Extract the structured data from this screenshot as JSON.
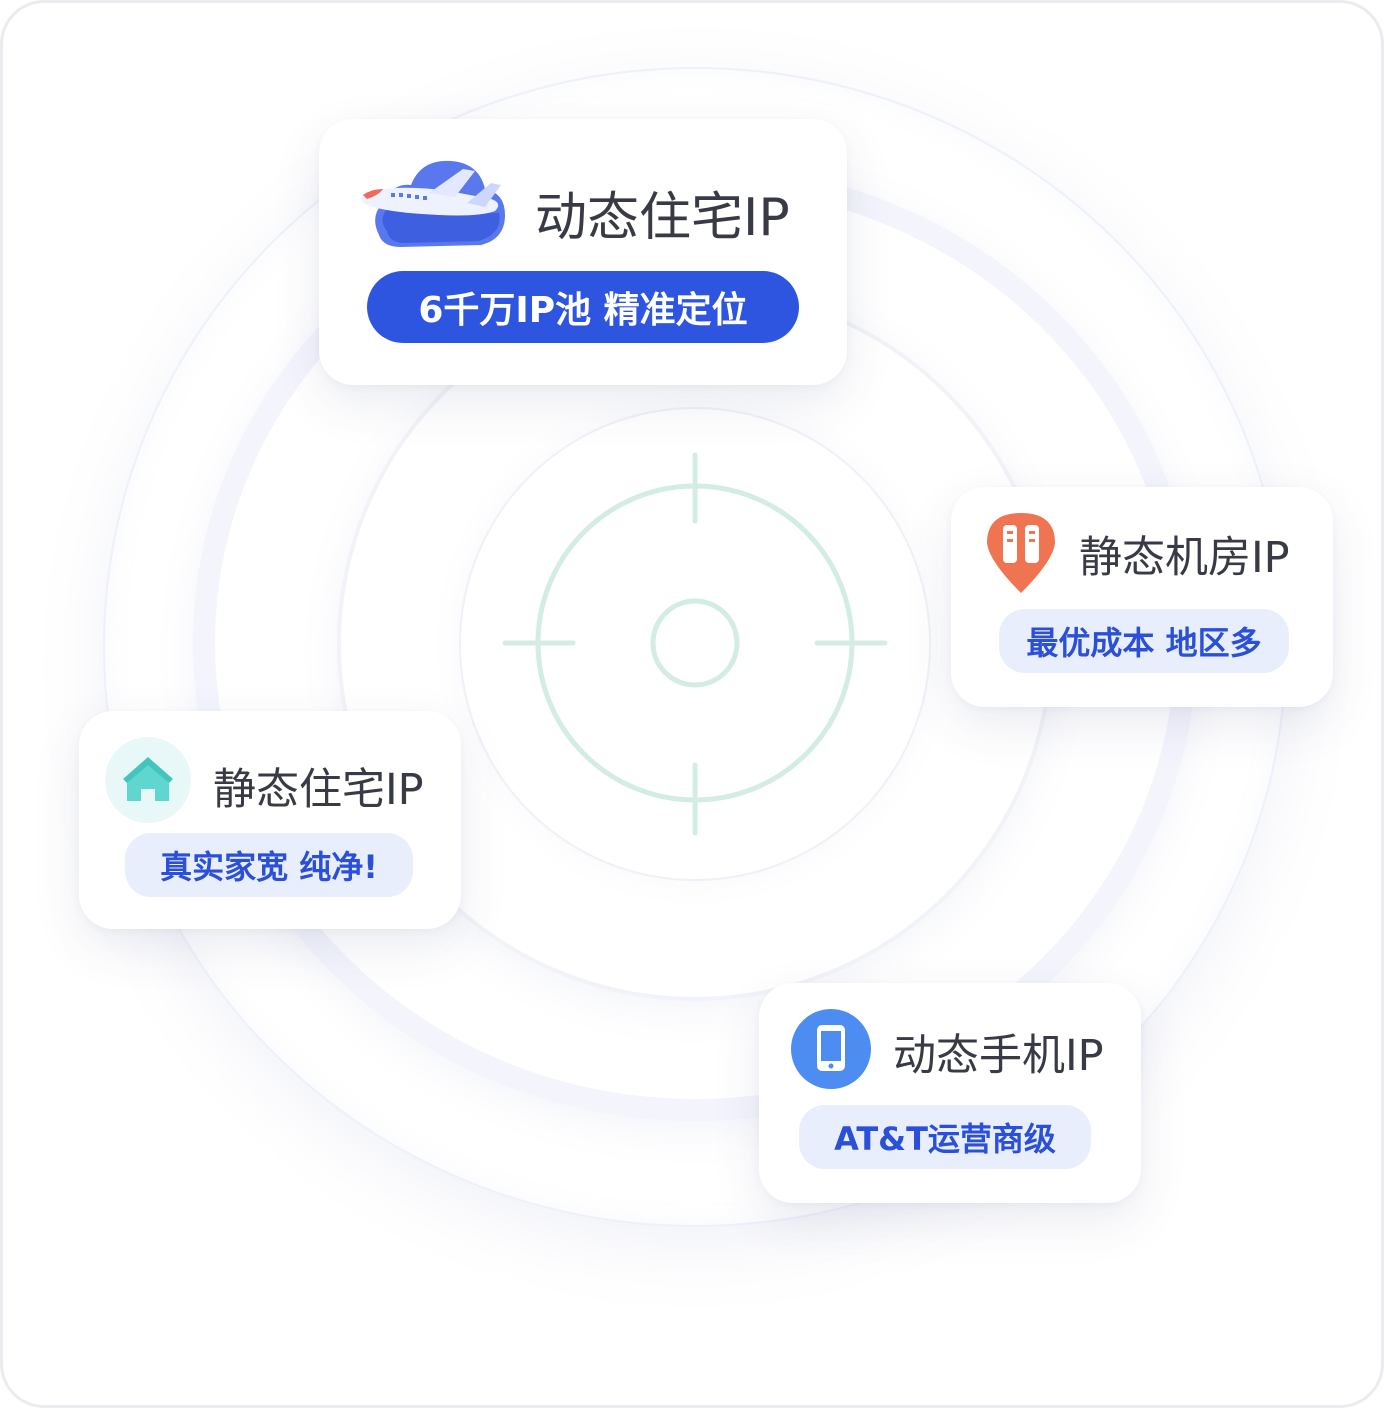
{
  "cards": {
    "dynamic_residential": {
      "title": "动态住宅IP",
      "tag": "6千万IP池 精准定位",
      "icon": "cloud-airplane-icon"
    },
    "static_datacenter": {
      "title": "静态机房IP",
      "tag": "最优成本 地区多",
      "icon": "server-location-pin-icon"
    },
    "static_residential": {
      "title": "静态住宅IP",
      "tag": "真实家宽 纯净!",
      "icon": "house-icon"
    },
    "dynamic_mobile": {
      "title": "动态手机IP",
      "tag": "AT&T运营商级",
      "icon": "mobile-phone-icon"
    }
  },
  "colors": {
    "accent_blue": "#2e55e0",
    "pill_light": "#e9eefc",
    "crosshair": "#d3ece5",
    "pin_orange": "#ee7452",
    "house_teal": "#5fd6cf",
    "phone_blue": "#4d8df2"
  }
}
